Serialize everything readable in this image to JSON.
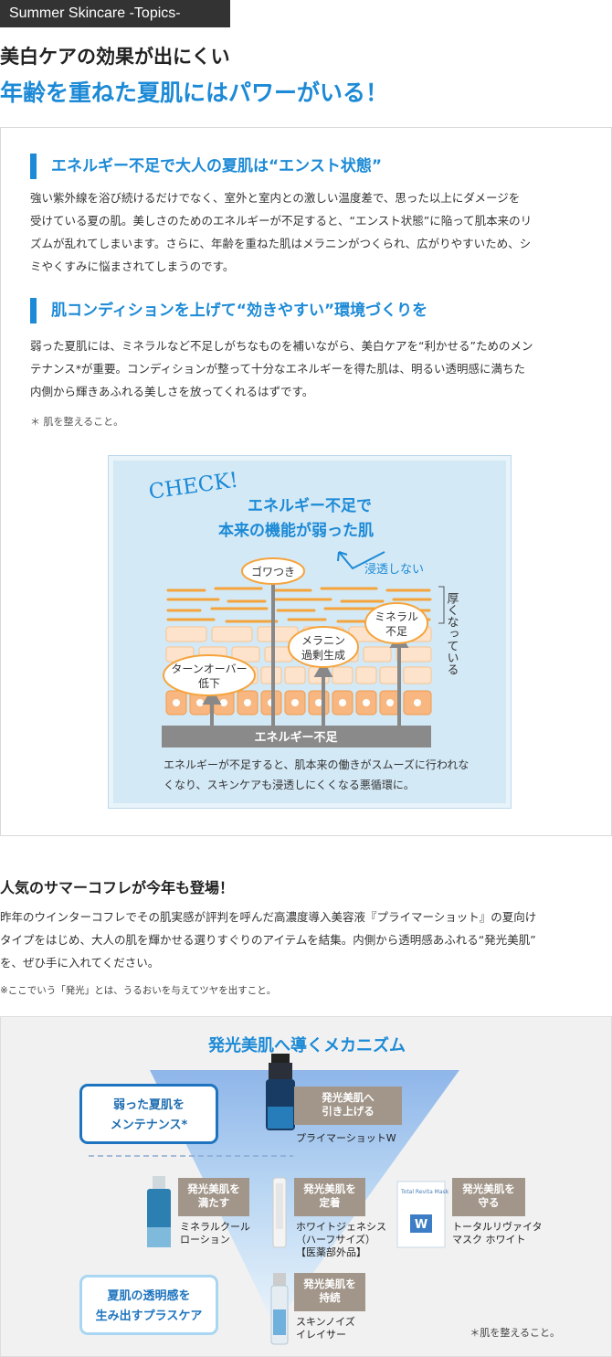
{
  "header": {
    "tag": "Summer Skincare -Topics-",
    "title_line1": "美白ケアの効果が出にくい",
    "title_line2": "年齢を重ねた夏肌にはパワーがいる！"
  },
  "section1": {
    "heading": "エネルギー不足で大人の夏肌は“エンスト状態”",
    "lines": [
      "強い紫外線を浴び続けるだけでなく、室外と室内との激しい温度差で、思った以上にダメージを",
      "受けている夏の肌。美しさのためのエネルギーが不足すると、“エンスト状態”に陥って肌本来のリ",
      "ズムが乱れてしまいます。さらに、年齢を重ねた肌はメラニンがつくられ、広がりやすいため、シ",
      "ミやくすみに悩まされてしまうのです。"
    ]
  },
  "section2": {
    "heading": "肌コンディションを上げて“効きやすい”環境づくりを",
    "lines": [
      "弱った夏肌には、ミネラルなど不足しがちなものを補いながら、美白ケアを“利かせる”ためのメン",
      "テナンス*が重要。コンディションが整って十分なエネルギーを得た肌は、明るい透明感に満ちた",
      "内側から輝きあふれる美しさを放ってくれるはずです。"
    ],
    "note": "＊ 肌を整えること。"
  },
  "check": {
    "badge": "CHECK!",
    "title_line1": "エネルギー不足で",
    "title_line2": "本来の機能が弱った肌",
    "no_penetration": "浸透しない",
    "thick": "厚くなっている",
    "gowatsuki": "ゴワつき",
    "mineral_1": "ミネラル",
    "mineral_2": "不足",
    "melanin_1": "メラニン",
    "melanin_2": "過剰生成",
    "turnover_1": "ターンオーバー",
    "turnover_2": "低下",
    "energy_bar": "エネルギー不足",
    "caption": "エネルギーが不足すると、肌本来の働きがスムーズに行われなくなり、スキンケアも浸透しにくくなる悪循環に。"
  },
  "section3": {
    "heading": "人気のサマーコフレが今年も登場！",
    "lines": [
      "昨年のウインターコフレでその肌実感が評判を呼んだ高濃度導入美容液『プライマーショット』の夏向け",
      "タイプをはじめ、大人の肌を輝かせる選りすぐりのアイテムを結集。内側から透明感あふれる“発光美肌”",
      "を、ぜひ手に入れてください。"
    ],
    "note": "※ここでいう「発光」とは、うるおいを与えてツヤを出すこと。"
  },
  "mechanism": {
    "title": "発光美肌へ導くメカニズム",
    "pill1_line1": "弱った夏肌を",
    "pill1_line2": "メンテナンス*",
    "pill2_line1": "夏肌の透明感を",
    "pill2_line2": "生み出すプラスケア",
    "bottle_brand": "Total Revita Mask",
    "products": [
      {
        "tag1": "発光美肌へ",
        "tag2": "引き上げる",
        "name1": "プライマーショットW",
        "name2": "",
        "name3": ""
      },
      {
        "tag1": "発光美肌を",
        "tag2": "満たす",
        "name1": "ミネラルクール",
        "name2": "ローション",
        "name3": ""
      },
      {
        "tag1": "発光美肌を",
        "tag2": "定着",
        "name1": "ホワイトジェネシス",
        "name2": "（ハーフサイズ）",
        "name3": "【医薬部外品】"
      },
      {
        "tag1": "発光美肌を",
        "tag2": "守る",
        "name1": "トータルリヴァイタ",
        "name2": "マスク ホワイト",
        "name3": ""
      },
      {
        "tag1": "発光美肌を",
        "tag2": "持続",
        "name1": "スキンノイズ",
        "name2": "イレイサー",
        "name3": ""
      }
    ],
    "note": "＊肌を整えること。"
  },
  "colors": {
    "accent": "#1c8ad6",
    "tag_brown": "#a2968a",
    "check_bg": "#d4e9f6",
    "orange": "#f5a43c"
  }
}
